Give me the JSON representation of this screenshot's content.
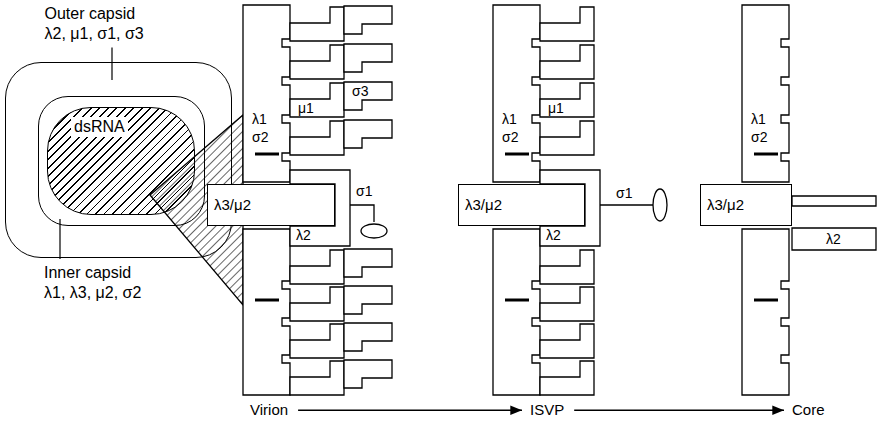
{
  "diagram": {
    "nodes": [
      {
        "text": [
          "Outer capsid λ2, μ1, σ1, σ3"
        ]
      },
      {
        "text": [
          "Inner capsid λ1, λ3, μ2, σ2"
        ],
        "in": 0
      },
      {
        "text": [
          "dsRNA"
        ],
        "in": 1
      },
      {
        "text": [
          "λ3/μ2"
        ]
      },
      {
        "text": [
          "λ3/μ2"
        ]
      },
      {
        "text": [
          "λ3/μ2"
        ]
      }
    ],
    "labels": [
      "λ1",
      "σ2",
      "σ3",
      "μ1",
      "σ1",
      "λ2",
      "λ1",
      "σ2",
      "μ1",
      "σ1",
      "λ2",
      "λ1",
      "σ2",
      "λ2",
      "Virion",
      "ISVP",
      "Core"
    ]
  }
}
